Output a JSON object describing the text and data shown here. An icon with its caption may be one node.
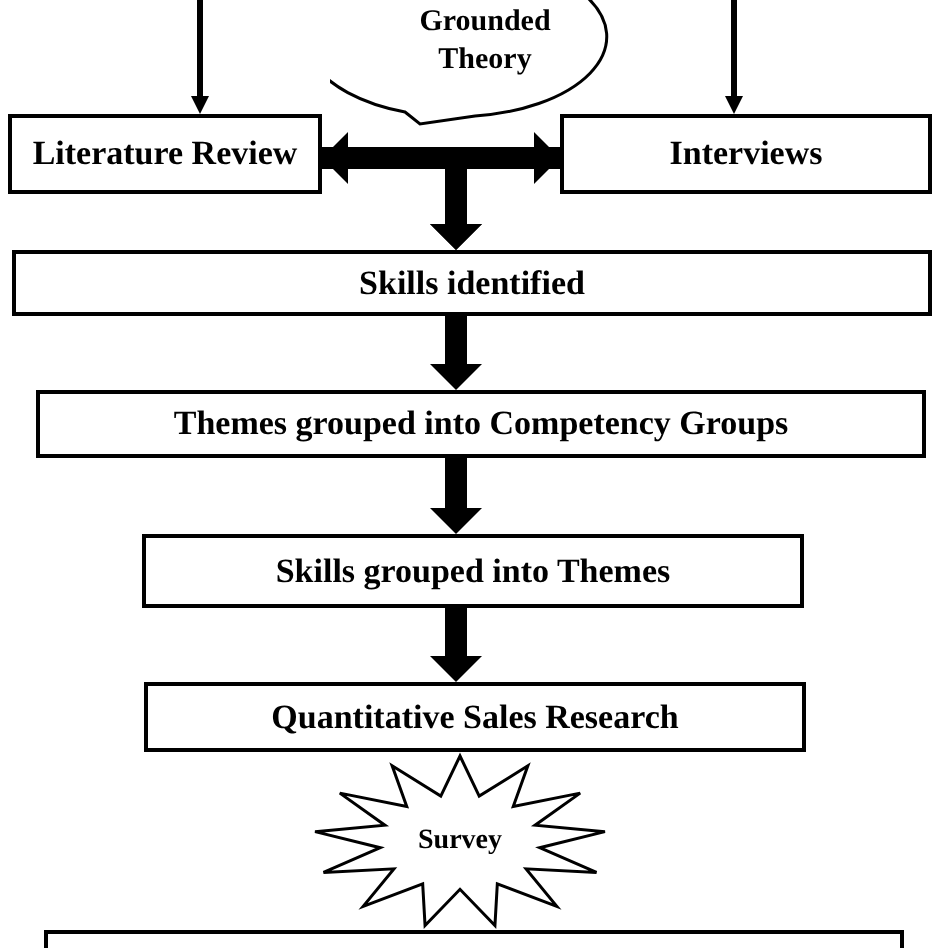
{
  "diagram": {
    "nodes": [
      {
        "text": [
          "Grounded Theory"
        ]
      },
      {
        "text": [
          "Literature Review"
        ]
      },
      {
        "text": [
          "Interviews"
        ]
      },
      {
        "text": [
          "Skills identified"
        ]
      },
      {
        "text": [
          "Themes grouped into Competency Groups"
        ]
      },
      {
        "text": [
          "Skills grouped into Themes"
        ]
      },
      {
        "text": [
          "Quantitative Sales Research"
        ]
      },
      {
        "text": [
          "Survey"
        ]
      },
      {
        "text": [],
        "shape": "box"
      }
    ],
    "edges": [
      {
        "from": null,
        "to": 1,
        "arrow": "to"
      },
      {
        "from": null,
        "to": 2,
        "arrow": "to"
      },
      {
        "from": 1,
        "to": 2,
        "arrow": "both"
      },
      {
        "from": 1,
        "to": 3,
        "arrow": "to"
      },
      {
        "from": 2,
        "to": 3,
        "arrow": "to"
      },
      {
        "from": 3,
        "to": 4,
        "arrow": "to"
      },
      {
        "from": 4,
        "to": 5,
        "arrow": "to"
      },
      {
        "from": 5,
        "to": 6,
        "arrow": "to"
      }
    ]
  }
}
